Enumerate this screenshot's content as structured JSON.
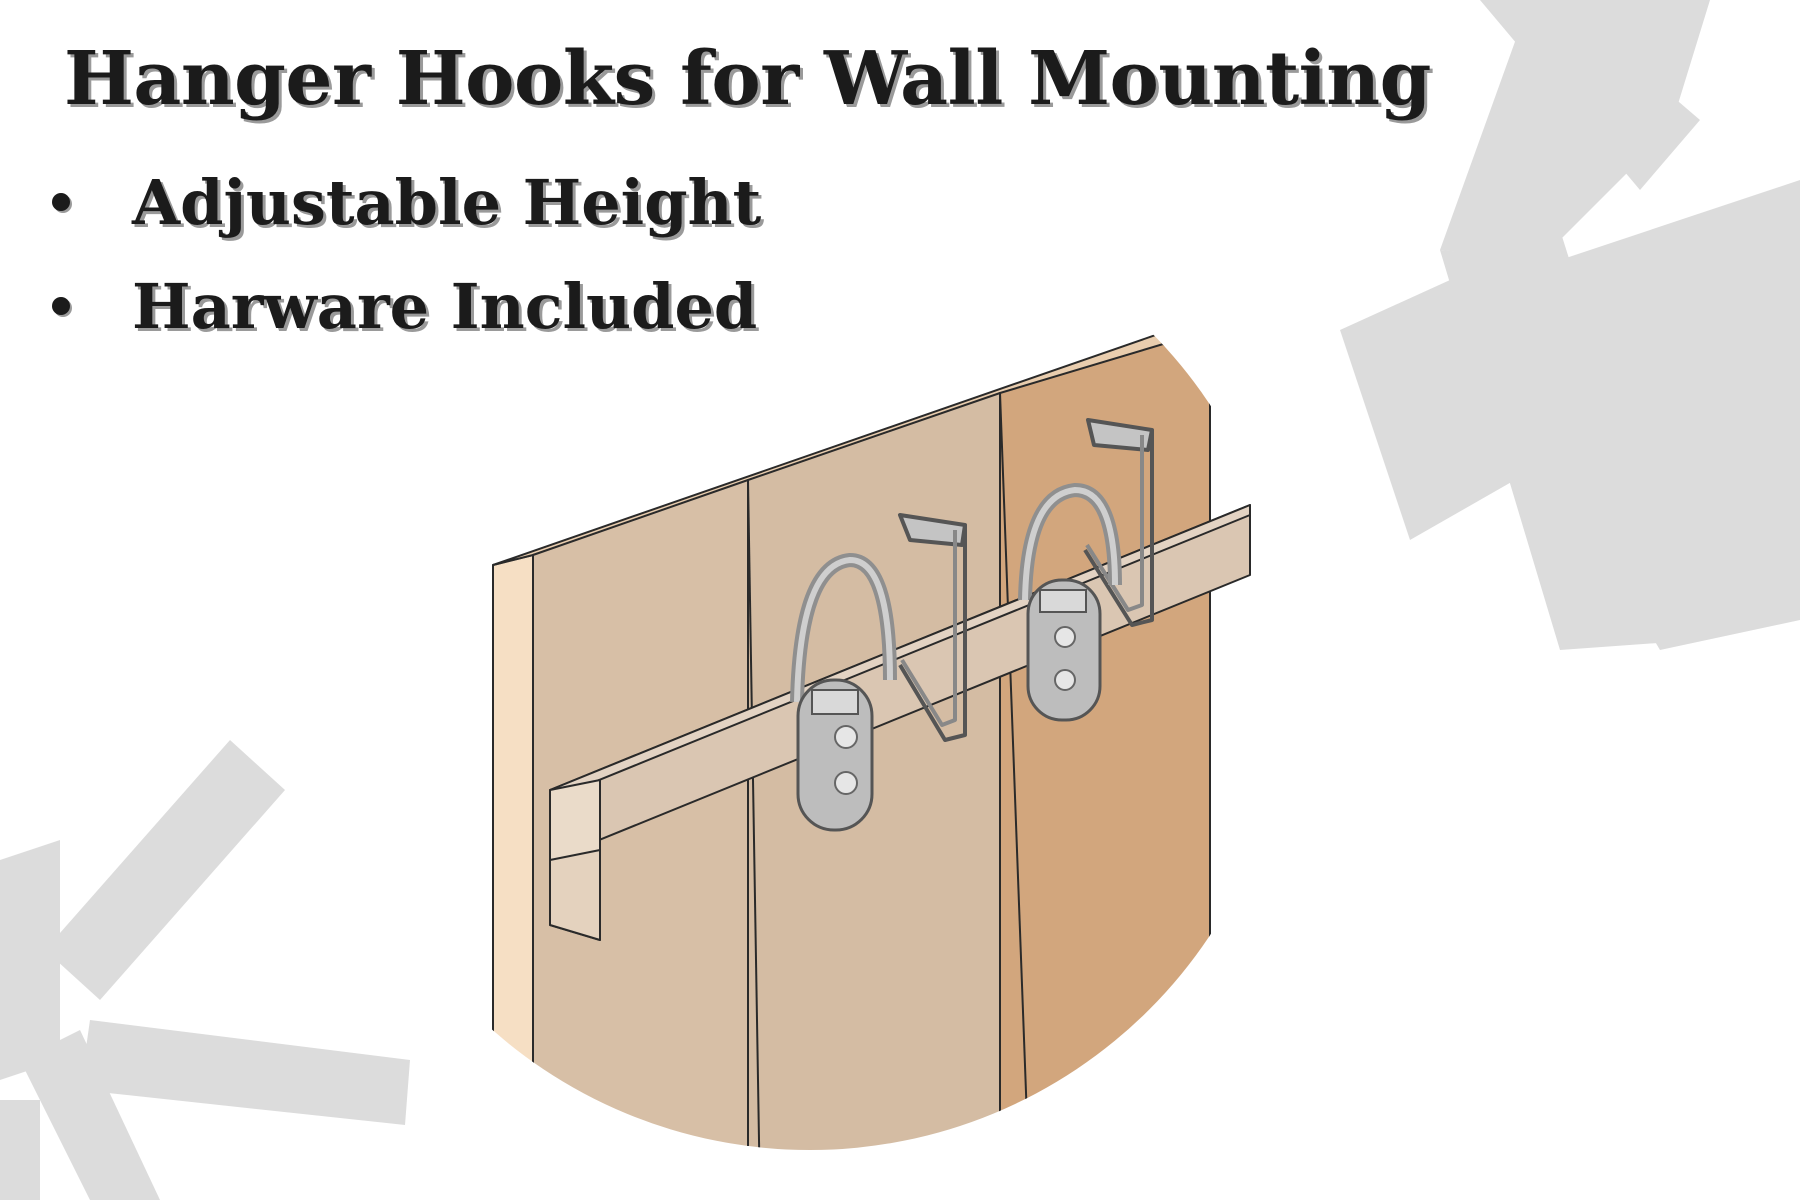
{
  "title": "Hanger Hooks for Wall Mounting",
  "features": [
    {
      "label": "Adjustable Height",
      "icon": "bullet-icon"
    },
    {
      "label": "Harware Included",
      "icon": "bullet-icon"
    }
  ],
  "illustration": {
    "subject": "wall-mount-illustration",
    "icons": [
      "d-ring-hanger-icon",
      "d-ring-hanger-icon",
      "j-hook-icon",
      "j-hook-icon"
    ]
  },
  "colors": {
    "background": "#ffffff",
    "decor": "#dcdcdc",
    "text": "#1b1b1b",
    "text_shadow": "#9a9a9a",
    "panel_light": "#f6dfc4",
    "panel_mid": "#d7bfa6",
    "panel_dark": "#d2a67d",
    "metal": "#bdbdbd"
  }
}
